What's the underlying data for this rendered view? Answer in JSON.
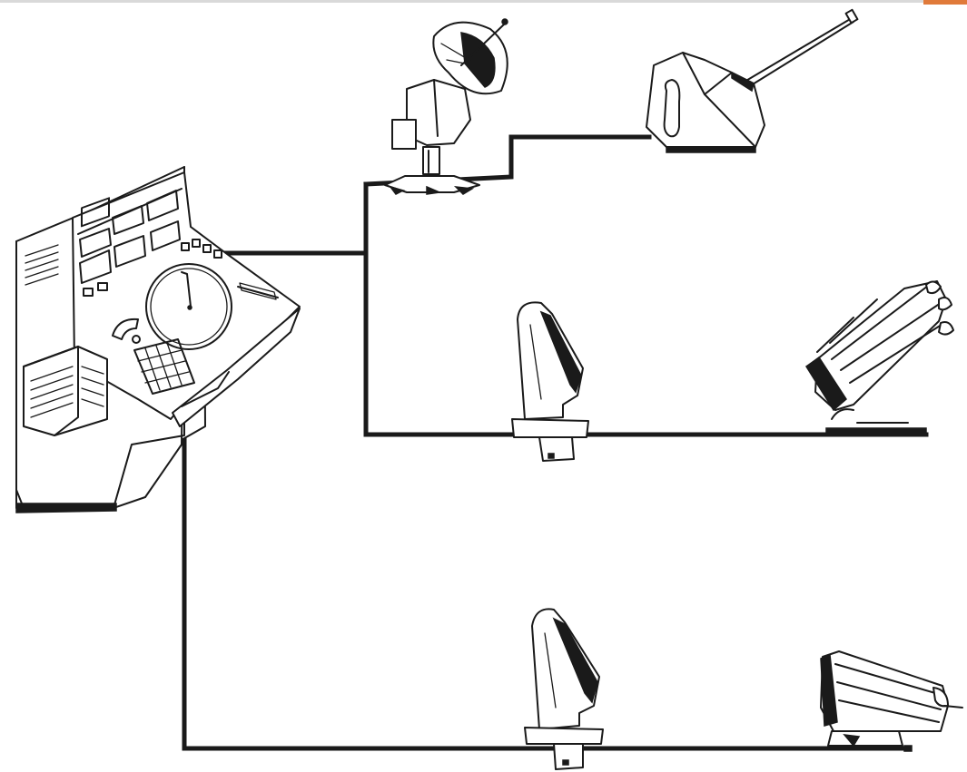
{
  "colors": {
    "ink": "#1a1a1a",
    "paper": "#ffffff",
    "top_strip": "#d9d9d9",
    "top_strip_accent": "#e07a3a"
  },
  "equipment": [
    {
      "id": "fire-control-console",
      "icon": "control-console-icon"
    },
    {
      "id": "radar-antenna",
      "icon": "radar-dish-icon"
    },
    {
      "id": "gun-turret",
      "icon": "naval-gun-turret-icon"
    },
    {
      "id": "fire-control-director-1",
      "icon": "missile-director-icon"
    },
    {
      "id": "missile-launcher-1",
      "icon": "missile-launcher-icon"
    },
    {
      "id": "fire-control-director-2",
      "icon": "missile-director-icon"
    },
    {
      "id": "missile-launcher-2",
      "icon": "missile-launcher-icon"
    }
  ]
}
